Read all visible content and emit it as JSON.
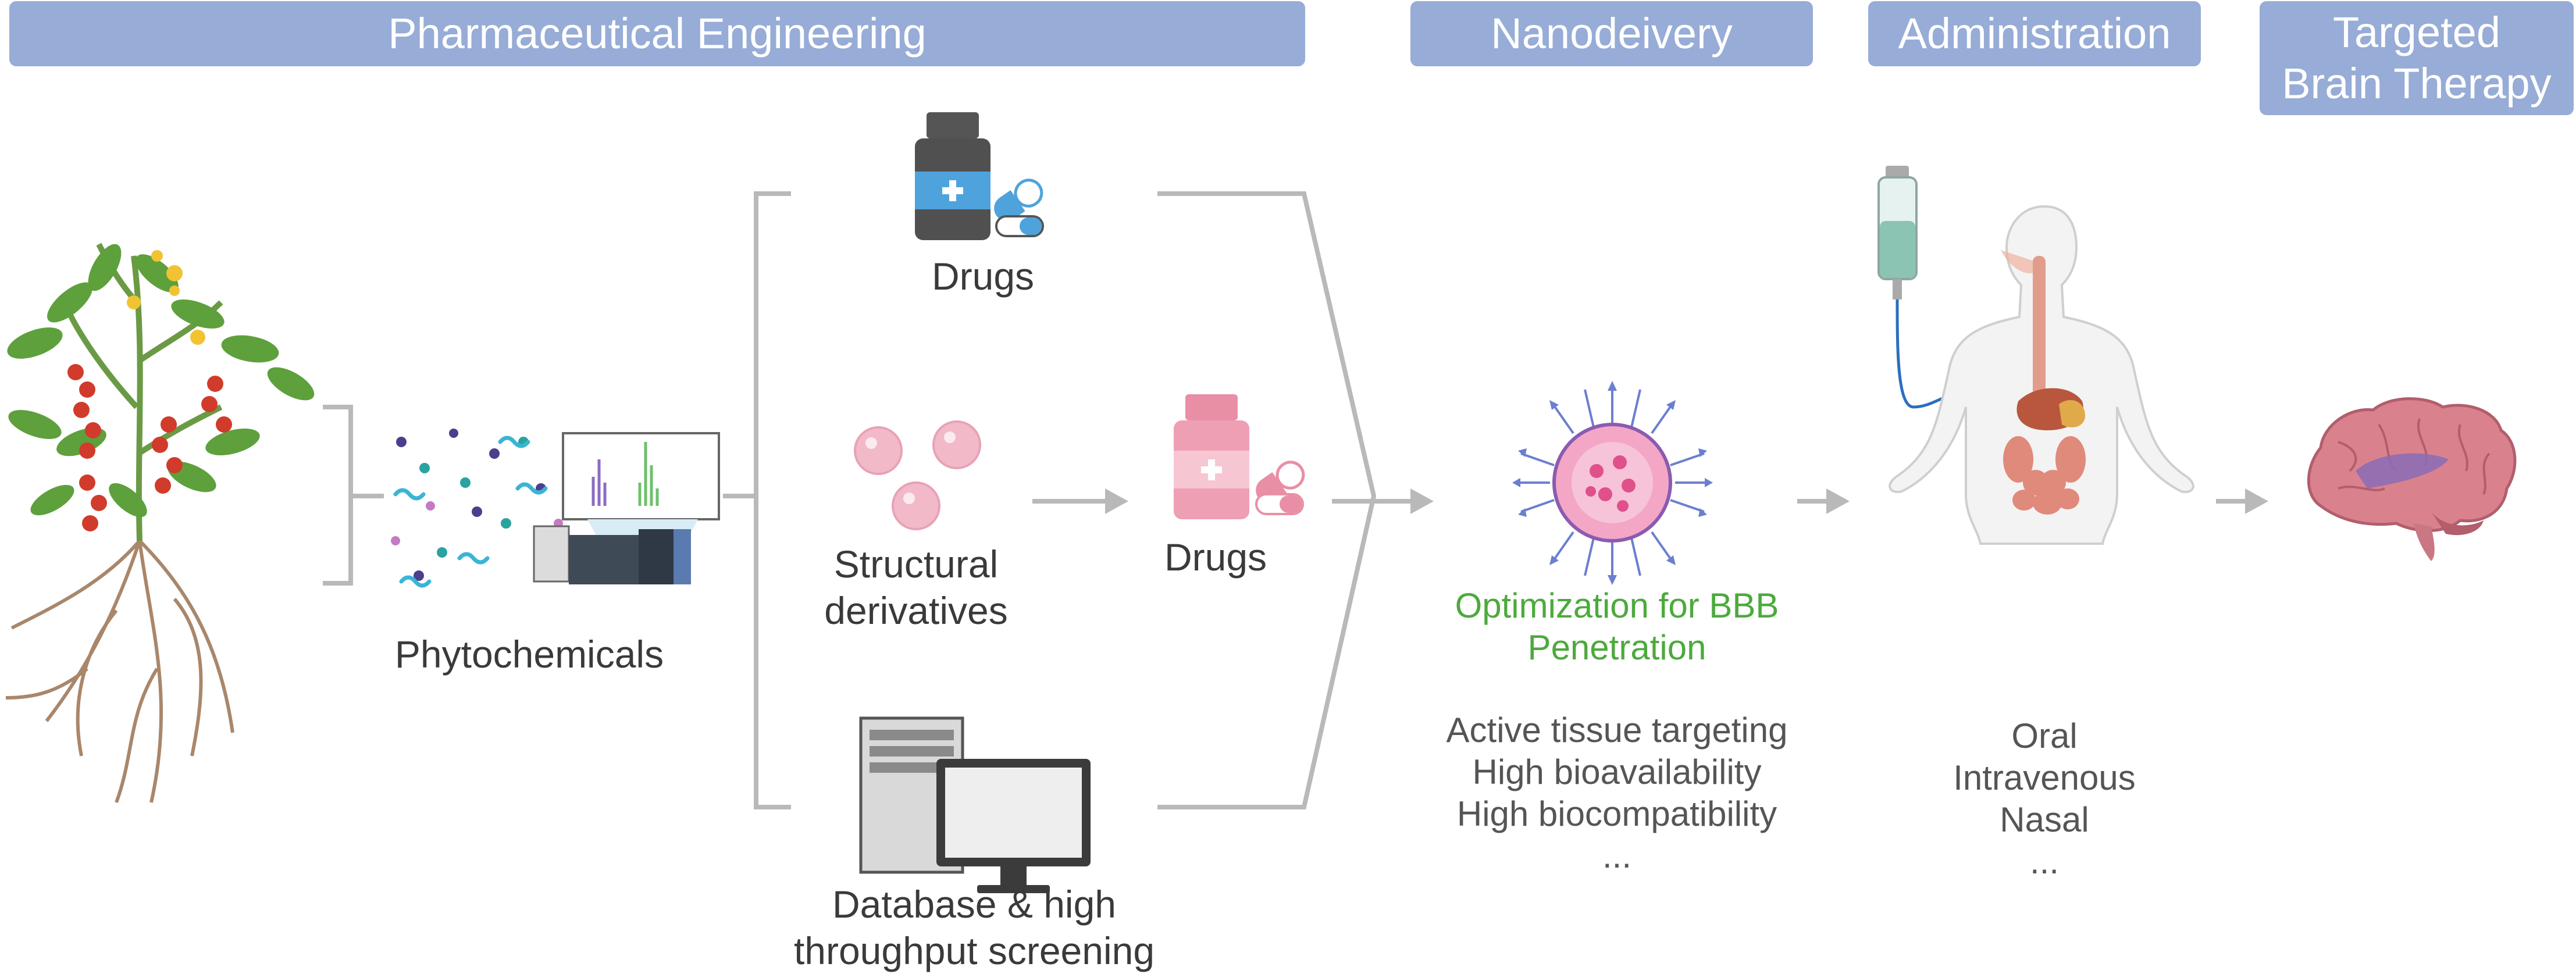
{
  "headers": {
    "pharma": "Pharmaceutical Engineering",
    "nano": "Nanodeivery",
    "admin": "Administration",
    "targeted_line1": "Targeted",
    "targeted_line2": "Brain Therapy"
  },
  "labels": {
    "phytochemicals": "Phytochemicals",
    "drugs_top": "Drugs",
    "structural_line1": "Structural",
    "structural_line2": "derivatives",
    "drugs_middle": "Drugs",
    "database_line1": "Database & high",
    "database_line2": "throughput screening",
    "optimization_line1": "Optimization for BBB",
    "optimization_line2": "Penetration"
  },
  "nano_properties": [
    "Active tissue targeting",
    "High bioavailability",
    "High biocompatibility",
    "..."
  ],
  "routes": [
    "Oral",
    "Intravenous",
    "Nasal",
    "..."
  ],
  "colors": {
    "header_bg": "#97acd6",
    "green_text": "#4caa3c",
    "connector": "#b9b9b9",
    "drug_blue": "#4fa3dc",
    "drug_pink": "#e98fa5",
    "brain_pink": "#d9828e",
    "brain_purple": "#8a6cb6",
    "nanoparticle_pink": "#f3a6c6",
    "nanoparticle_blue": "#6b7fd0"
  },
  "icons": [
    "plant-icon",
    "molecules-icon",
    "spectrometer-icon",
    "drug-bottle-blue-icon",
    "drug-bottle-pink-icon",
    "capsule-icon",
    "spheres-icon",
    "computer-icon",
    "nanoparticle-icon",
    "iv-bag-icon",
    "human-body-icon",
    "brain-icon",
    "arrow-icon"
  ]
}
